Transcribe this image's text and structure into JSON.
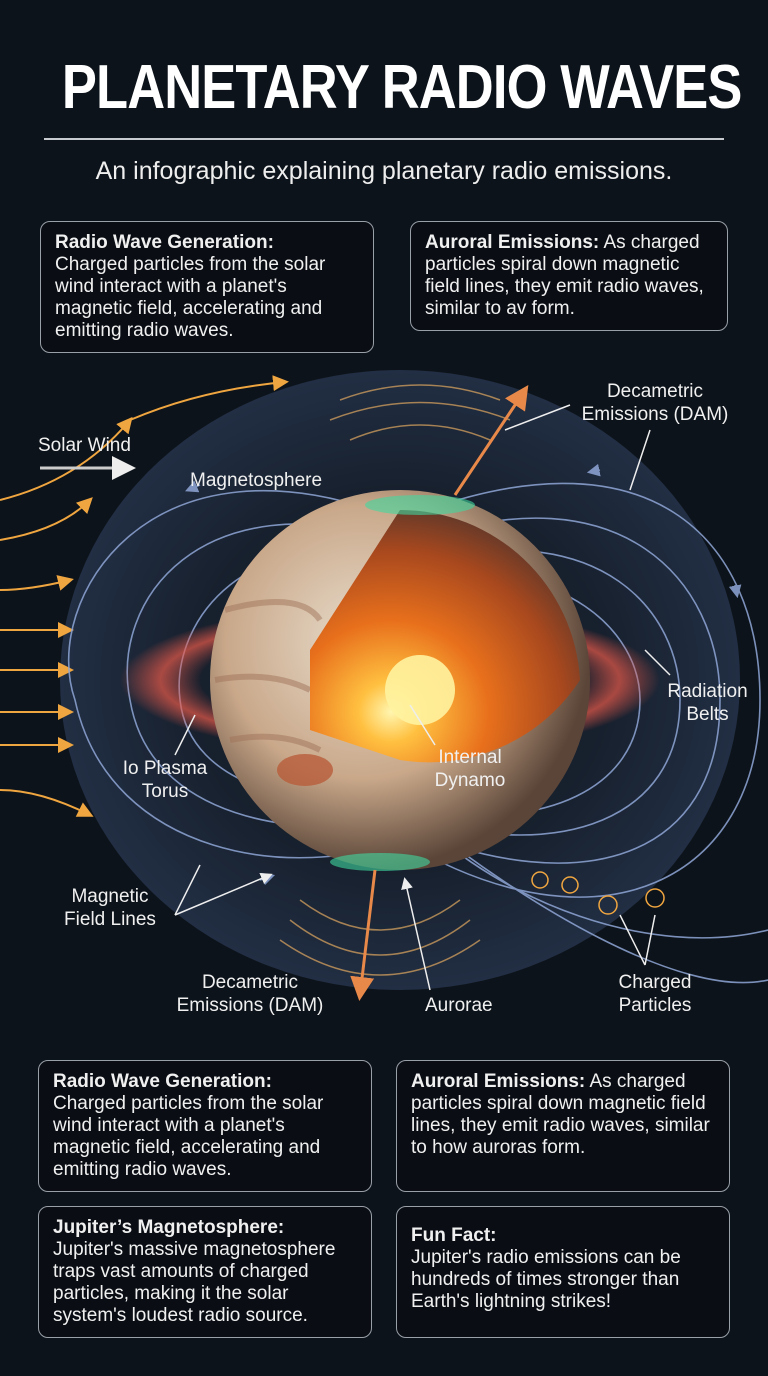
{
  "title": "PLANETARY RADIO WAVES",
  "subtitle": "An infographic explaining planetary radio emissions.",
  "top_boxes": [
    {
      "heading": "Radio Wave Generation:",
      "body": "Charged particles from the solar wind interact with a planet's magnetic field, accelerating and emitting radio waves."
    },
    {
      "heading": "Auroral Emissions:",
      "body": "As charged particles spiral down magnetic field lines, they emit radio waves, similar to av form."
    }
  ],
  "diagram_labels": {
    "solar_wind": "Solar Wind",
    "magnetosphere": "Magnetosphere",
    "dam_top": "Decametric Emissions (DAM)",
    "radiation_belts": "Radiation Belts",
    "io_plasma_torus": "Io Plasma Torus",
    "internal_dynamo": "Internal Dynamo",
    "magnetic_field_lines": "Magnetic Field Lines",
    "dam_bottom": "Decametric Emissions (DAM)",
    "aurorae": "Aurorae",
    "charged_particles": "Charged Particles"
  },
  "bottom_boxes": [
    {
      "heading": "Radio Wave Generation:",
      "body": "Charged particles from the solar wind interact with a planet's magnetic field, accelerating and emitting radio waves."
    },
    {
      "heading": "Auroral Emissions:",
      "body": "As charged particles spiral down magnetic field lines, they emit radio waves, similar to how auroras form."
    },
    {
      "heading": "Jupiter’s Magnetosphere:",
      "body": "Jupiter's massive magnetosphere traps vast amounts of charged particles, making it the solar system's loudest radio source."
    },
    {
      "heading": "Fun Fact:",
      "body": "Jupiter's radio emissions can be hundreds of times stronger than Earth's lightning strikes!"
    }
  ],
  "colors": {
    "background": "#0d131a",
    "field_lines": "#8fa6d6",
    "solar_wind": "#f0a640",
    "emission_arrow": "#e8894a",
    "aurora": "#3fd8a0",
    "torus": "#e85a4a"
  }
}
